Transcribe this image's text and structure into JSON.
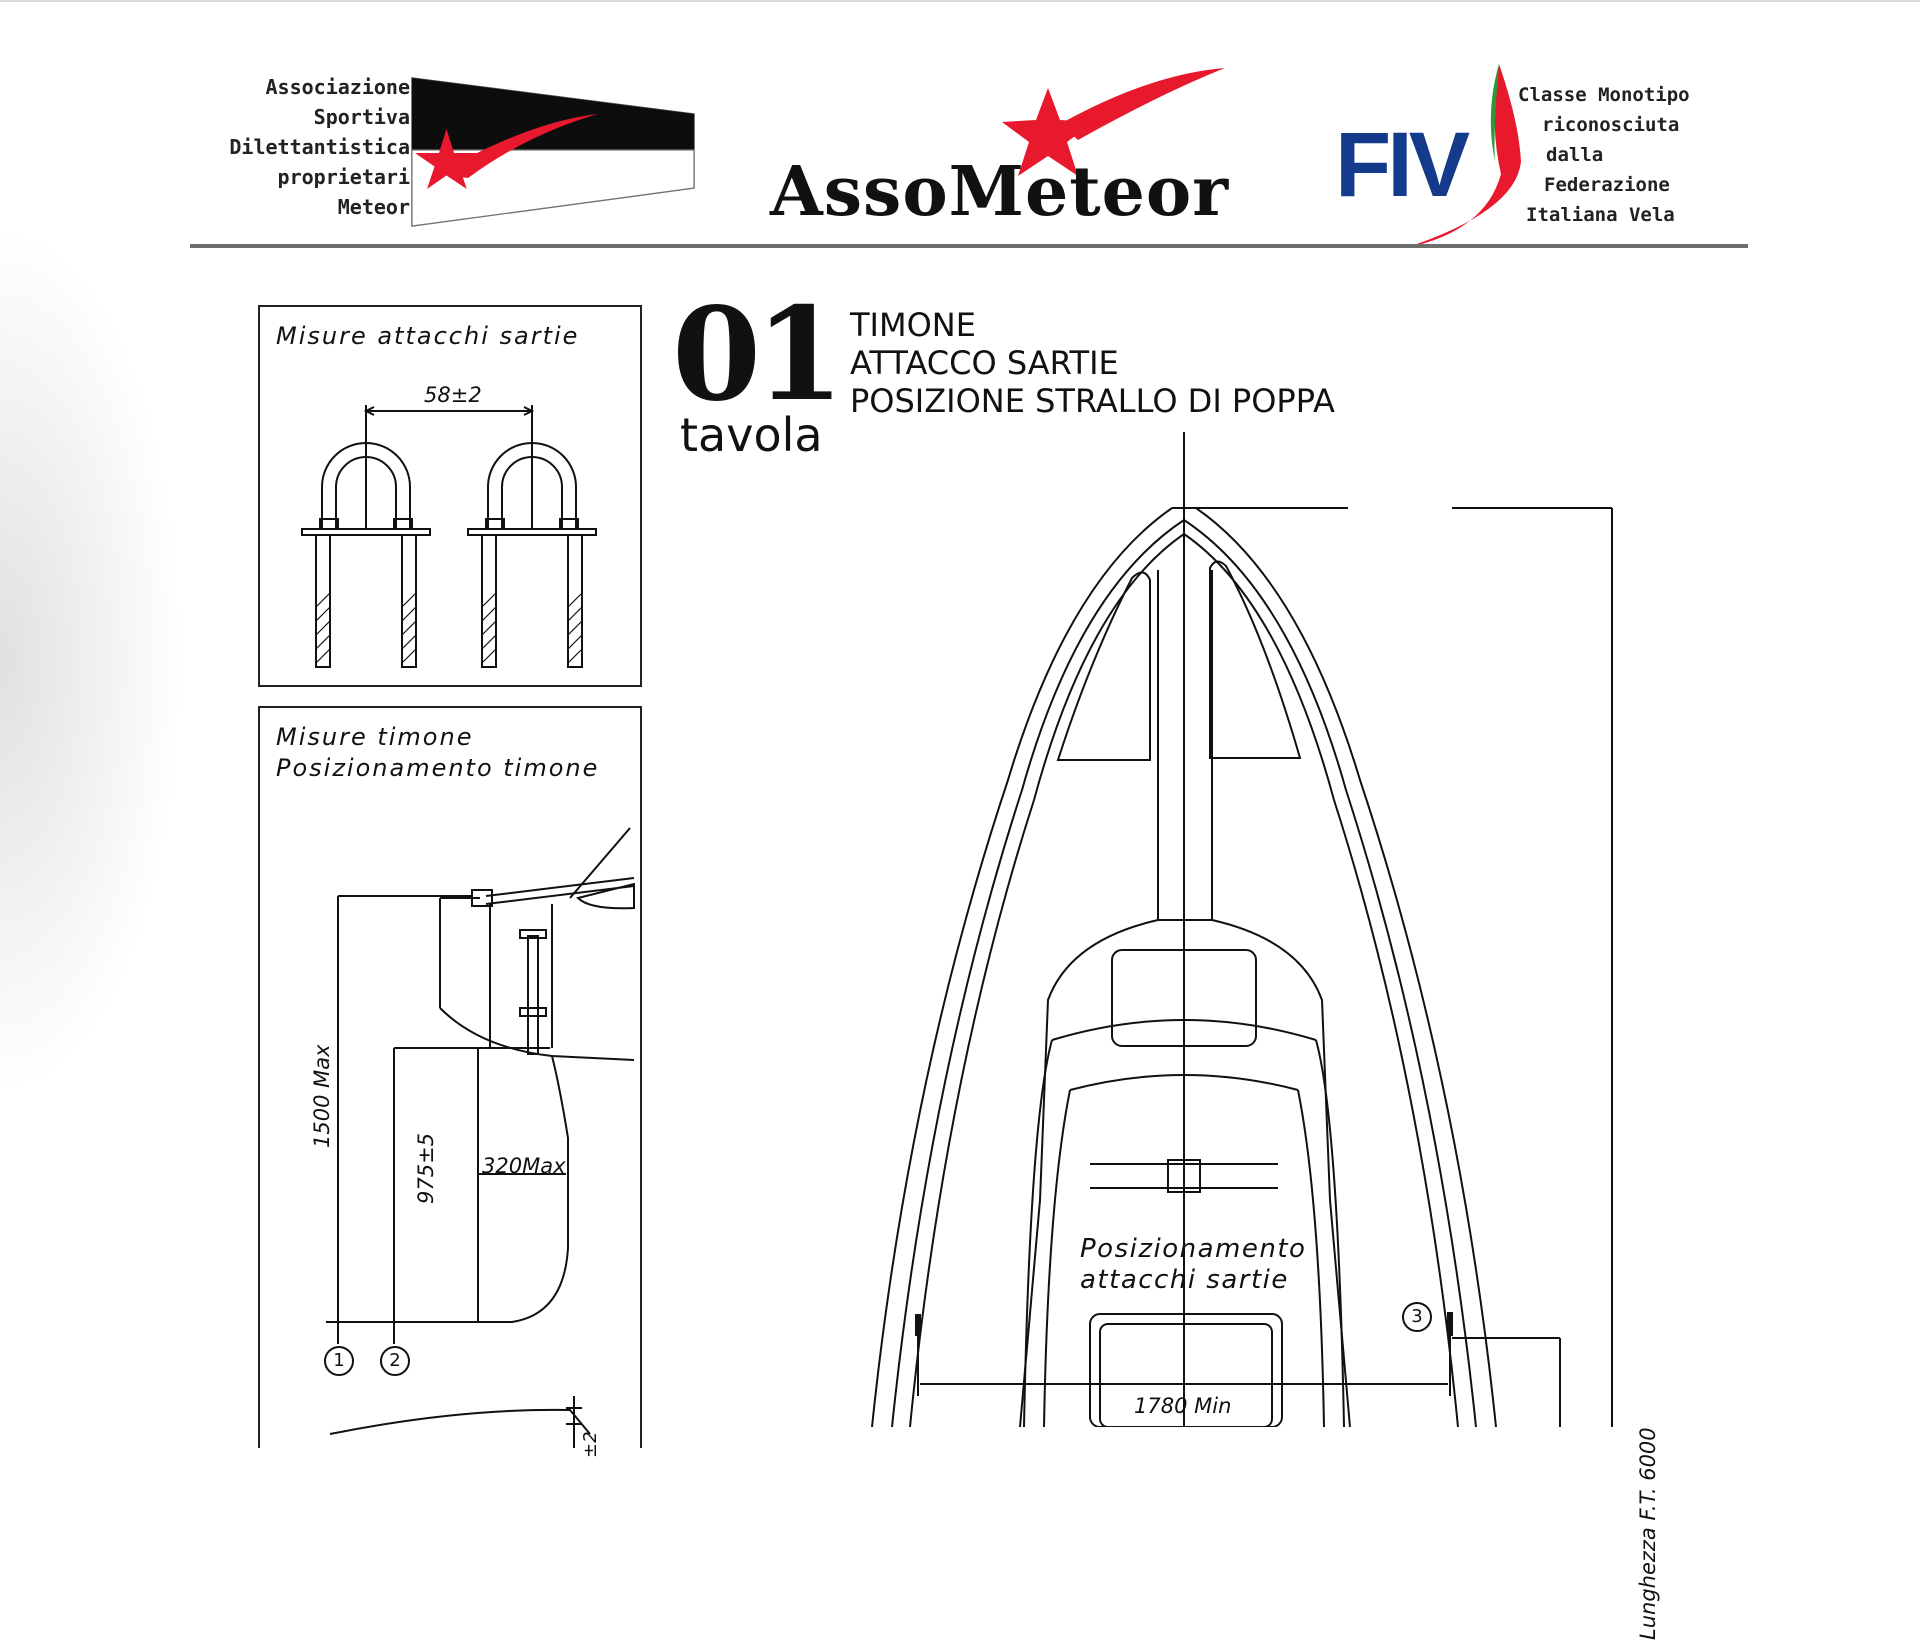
{
  "header": {
    "assoc_lines": [
      "Associazione",
      "Sportiva",
      "Dilettantistica",
      "proprietari",
      "Meteor"
    ],
    "brand_name": "AssoMeteor",
    "fiv_lines": [
      "Classe Monotipo",
      "riconosciuta",
      "dalla",
      "Federazione",
      "Italiana Vela"
    ]
  },
  "colors": {
    "accent_red": "#e8192c",
    "fiv_blue": "#143a8c",
    "fiv_green": "#2d9a3a",
    "header_rule": "#6e6e6e"
  },
  "icons": [
    "red-star-icon",
    "black-flag-icon",
    "fiv-logo-icon"
  ],
  "plate": {
    "number": "01",
    "word": "tavola",
    "lines": [
      "TIMONE",
      "ATTACCO SARTIE",
      "POSIZIONE STRALLO DI POPPA"
    ]
  },
  "panel_shrouds": {
    "title": "Misure attacchi sartie",
    "dimension": "58±2"
  },
  "panel_rudder": {
    "title_lines": [
      "Misure timone",
      "Posizionamento timone"
    ],
    "dims": {
      "max_1500": "1500 Max",
      "dim_975": "975±5",
      "max_320": "320Max",
      "tol_2": "±2"
    },
    "callouts": [
      "1",
      "2"
    ]
  },
  "boat_plan": {
    "label_lines": [
      "Posizionamento",
      "attacchi sartie"
    ],
    "dim_min": "1780 Min",
    "callout": "3",
    "length_label": "Lunghezza F.T. 6000"
  }
}
